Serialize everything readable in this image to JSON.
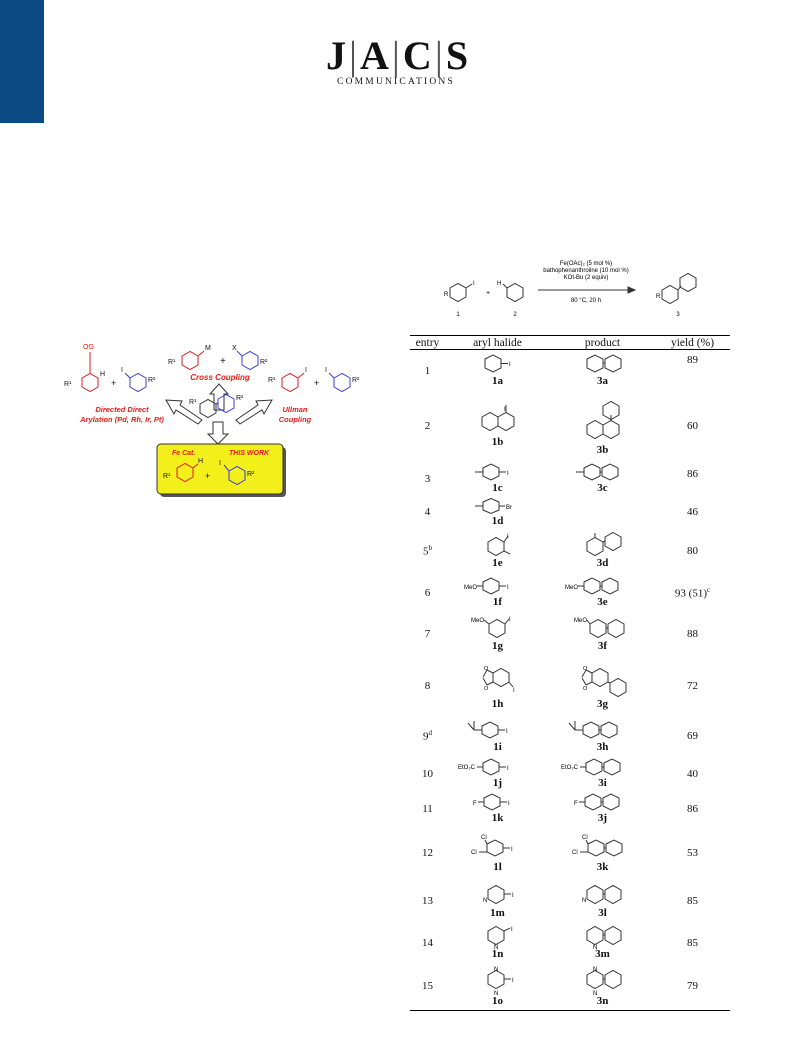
{
  "journal": {
    "title_letters": [
      "J",
      "A",
      "C",
      "S"
    ],
    "subtitle": "COMMUNICATIONS"
  },
  "scheme": {
    "labels": {
      "og": "OG",
      "h": "H",
      "m": "M",
      "x": "X",
      "i": "I",
      "r1": "R¹",
      "r2": "R²",
      "plus": "+",
      "cross_coupling": "Cross Coupling",
      "directed_line1": "Directed Direct",
      "directed_line2": "Arylation (Pd, Rh, Ir, Pt)",
      "ullman_line1": "Ullman",
      "ullman_line2": "Coupling",
      "fe_cat": "Fe Cat.",
      "this_work": "THIS WORK"
    },
    "colors": {
      "red": "#e11c1c",
      "blue": "#3b3bd6",
      "yellow": "#f2ef1a"
    }
  },
  "reaction": {
    "cond1": "Fe(OAc)₂ (5 mol %)",
    "cond2": "bathophenanthroline (10 mol %)",
    "cond3": "KOt-Bu (2 equiv)",
    "cond4": "80 °C, 20 h",
    "num1": "1",
    "num2": "2",
    "num3": "3",
    "plus": "+",
    "i": "I",
    "h": "H",
    "r": "R"
  },
  "table": {
    "headers": [
      "entry",
      "aryl halide",
      "product",
      "yield (%)"
    ],
    "rows": [
      {
        "entry": "1",
        "sup": "",
        "halide": "1a",
        "product": "3a",
        "yield": "89",
        "yield_sup": ""
      },
      {
        "entry": "2",
        "sup": "",
        "halide": "1b",
        "product": "3b",
        "yield": "60",
        "yield_sup": ""
      },
      {
        "entry": "3",
        "sup": "",
        "halide": "1c",
        "product": "3c",
        "yield": "86",
        "yield_sup": ""
      },
      {
        "entry": "4",
        "sup": "",
        "halide": "1d",
        "product": "",
        "yield": "46",
        "yield_sup": ""
      },
      {
        "entry": "5",
        "sup": "b",
        "halide": "1e",
        "product": "3d",
        "yield": "80",
        "yield_sup": ""
      },
      {
        "entry": "6",
        "sup": "",
        "halide": "1f",
        "product": "3e",
        "yield": "93 (51)",
        "yield_sup": "c"
      },
      {
        "entry": "7",
        "sup": "",
        "halide": "1g",
        "product": "3f",
        "yield": "88",
        "yield_sup": ""
      },
      {
        "entry": "8",
        "sup": "",
        "halide": "1h",
        "product": "3g",
        "yield": "72",
        "yield_sup": ""
      },
      {
        "entry": "9",
        "sup": "d",
        "halide": "1i",
        "product": "3h",
        "yield": "69",
        "yield_sup": ""
      },
      {
        "entry": "10",
        "sup": "",
        "halide": "1j",
        "product": "3i",
        "yield": "40",
        "yield_sup": ""
      },
      {
        "entry": "11",
        "sup": "",
        "halide": "1k",
        "product": "3j",
        "yield": "86",
        "yield_sup": ""
      },
      {
        "entry": "12",
        "sup": "",
        "halide": "1l",
        "product": "3k",
        "yield": "53",
        "yield_sup": ""
      },
      {
        "entry": "13",
        "sup": "",
        "halide": "1m",
        "product": "3l",
        "yield": "85",
        "yield_sup": ""
      },
      {
        "entry": "14",
        "sup": "",
        "halide": "1n",
        "product": "3m",
        "yield": "85",
        "yield_sup": ""
      },
      {
        "entry": "15",
        "sup": "",
        "halide": "1o",
        "product": "3n",
        "yield": "79",
        "yield_sup": ""
      }
    ],
    "substituents": {
      "iodo": "I",
      "bromo": "Br",
      "methoxy": "MeO",
      "ester": "EtO₂C",
      "fluoro": "F",
      "chloro": "Cl",
      "n": "N",
      "o": "O"
    }
  }
}
